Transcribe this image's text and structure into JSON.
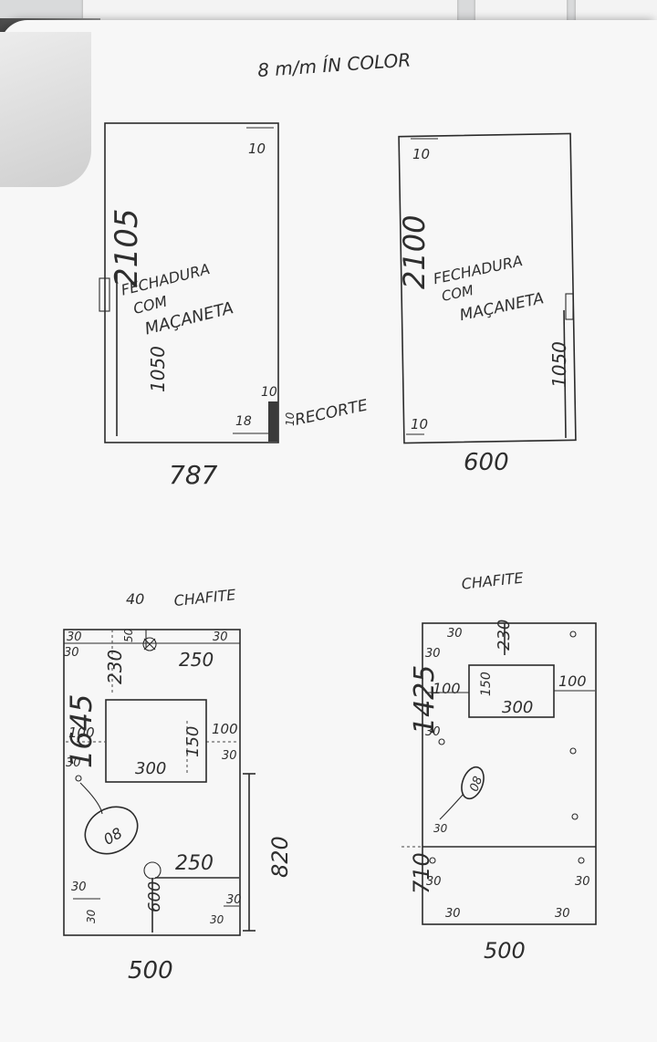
{
  "header": {
    "title": "8 m/m ÍN COLOR"
  },
  "door_left": {
    "height": "2105",
    "width": "787",
    "note_line1": "FECHADURA",
    "note_line2": "COM",
    "note_line3": "MAÇANETA",
    "top_gap": "10",
    "lock_height": "1050",
    "bottom_gap": "10",
    "bottom_dim": "10",
    "bottom_small": "18",
    "cutout_label": "RECORTE"
  },
  "door_right": {
    "height": "2100",
    "width": "600",
    "note_line1": "FECHADURA",
    "note_line2": "COM",
    "note_line3": "MAÇANETA",
    "top_gap": "10",
    "lock_height": "1050",
    "bottom_gap": "10"
  },
  "panel_left": {
    "title": "CHAFITE",
    "hole_dim": "40",
    "height": "1645",
    "width": "500",
    "top_edge": "30",
    "left_top": "30",
    "right_top": "30",
    "top_section": "230",
    "top_top_small": "50",
    "top_right_len": "250",
    "left_margin": "100",
    "right_margin": "100",
    "cutout_w": "300",
    "cutout_h": "150",
    "side_30": "30",
    "right_30": "30",
    "hole_mark": "08",
    "bottom_len": "250",
    "bottom_h": "600",
    "side_height": "820",
    "bot_left_30": "30",
    "bot_left_b": "30",
    "bot_right_30": "30",
    "bot_right_b": "30"
  },
  "panel_right": {
    "title": "CHAFITE",
    "height": "1425",
    "width": "500",
    "top_30a": "30",
    "top_30b": "30",
    "top_section": "230",
    "left_margin": "100",
    "right_margin": "100",
    "cutout_w": "300",
    "cutout_h": "150",
    "side_30": "30",
    "hole_mark": "08",
    "lower_30": "30",
    "lower_h": "710",
    "bl_30a": "30",
    "bl_30b": "30",
    "br_30a": "30",
    "br_30b": "30"
  },
  "colors": {
    "paper": "#f7f7f7",
    "ink": "#2b2b2b",
    "background": "#5a5a5a",
    "keyboard": "#d9dadb"
  }
}
